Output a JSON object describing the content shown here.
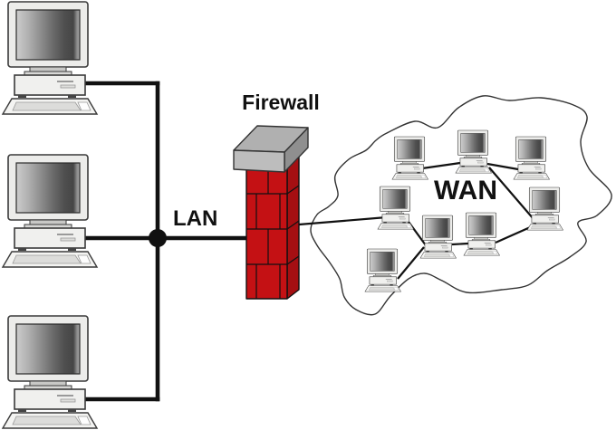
{
  "diagram": {
    "type": "network-topology",
    "labels": {
      "lan": "LAN",
      "firewall": "Firewall",
      "wan": "WAN"
    },
    "lan": {
      "label": "LAN",
      "computer_count": 3,
      "description": "three desktop computers connected by a bus line to a junction dot"
    },
    "firewall": {
      "label": "Firewall",
      "description": "red brick wall with grey cap between LAN and WAN"
    },
    "wan": {
      "label": "WAN",
      "computer_count": 8,
      "description": "eight desktop computers meshed inside a cloud outline"
    },
    "connections": [
      "lan-pc-1 — lan-bus",
      "lan-pc-2 — lan-bus (junction dot)",
      "lan-pc-3 — lan-bus",
      "lan-bus — firewall",
      "firewall — wan-pc-4",
      "wan-pc-1 — wan-pc-2",
      "wan-pc-2 — wan-pc-3",
      "wan-pc-2 — wan-pc-7",
      "wan-pc-4 — wan-pc-5",
      "wan-pc-5 — wan-pc-6",
      "wan-pc-6 — wan-pc-7",
      "wan-pc-5 — wan-pc-8"
    ]
  },
  "colors": {
    "background": "#ffffff",
    "line": "#111111",
    "firewall_front": "#c41114",
    "firewall_side": "#a50f12",
    "cap_top": "#b0b0b0",
    "cap_front": "#bdbdbd",
    "cap_side": "#8f8f8f",
    "cloud_stroke": "#333333"
  }
}
